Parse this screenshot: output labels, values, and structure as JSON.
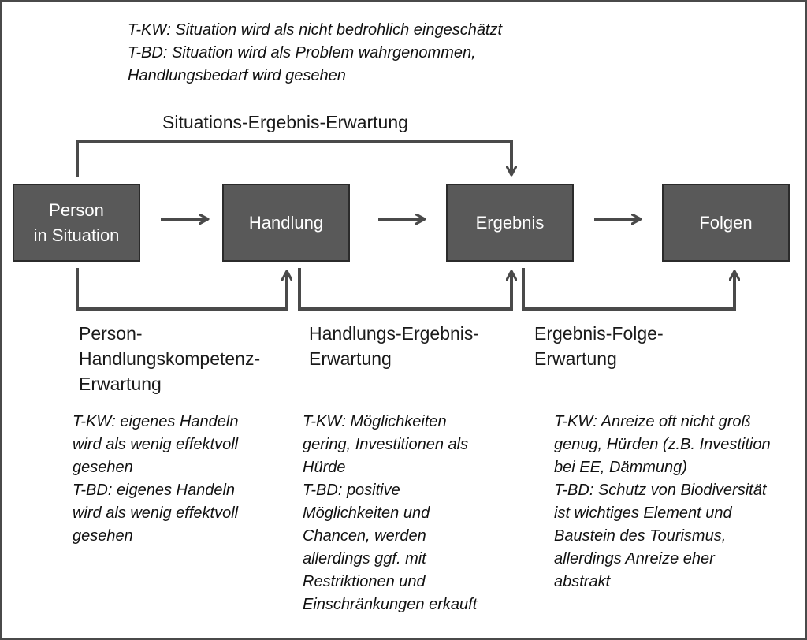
{
  "top_note": {
    "lines": [
      "T-KW: Situation wird als nicht bedrohlich eingeschätzt",
      "T-BD: Situation wird als Problem wahrgenommen,",
      "Handlungsbedarf wird gesehen"
    ]
  },
  "top_label": "Situations-Ergebnis-Erwartung",
  "boxes": [
    {
      "lines": [
        "Person",
        "in Situation"
      ]
    },
    {
      "lines": [
        "Handlung"
      ]
    },
    {
      "lines": [
        "Ergebnis"
      ]
    },
    {
      "lines": [
        "Folgen"
      ]
    }
  ],
  "bottom_labels": [
    {
      "lines": [
        "Person-",
        "Handlungskompetenz-",
        "Erwartung"
      ]
    },
    {
      "lines": [
        "Handlungs-Ergebnis-",
        "Erwartung"
      ]
    },
    {
      "lines": [
        "Ergebnis-Folge-",
        "Erwartung"
      ]
    }
  ],
  "bottom_notes": [
    {
      "lines": [
        "T-KW: eigenes Handeln",
        "wird als wenig effektvoll",
        "gesehen",
        "T-BD: eigenes Handeln",
        "wird als wenig effektvoll",
        "gesehen"
      ]
    },
    {
      "lines": [
        "T-KW: Möglichkeiten",
        "gering, Investitionen als",
        "Hürde",
        "T-BD: positive",
        "Möglichkeiten und",
        "Chancen, werden",
        "allerdings ggf. mit",
        "Restriktionen und",
        "Einschränkungen erkauft"
      ]
    },
    {
      "lines": [
        "T-KW: Anreize oft nicht groß",
        "genug, Hürden (z.B. Investition",
        "bei EE, Dämmung)",
        "T-BD: Schutz von Biodiversität",
        "ist wichtiges Element und",
        "Baustein des Tourismus,",
        "allerdings Anreize eher",
        "abstrakt"
      ]
    }
  ],
  "colors": {
    "box_fill": "#595959",
    "box_border": "#2b2b2b",
    "arrow": "#4a4a4a",
    "text": "#111111"
  }
}
